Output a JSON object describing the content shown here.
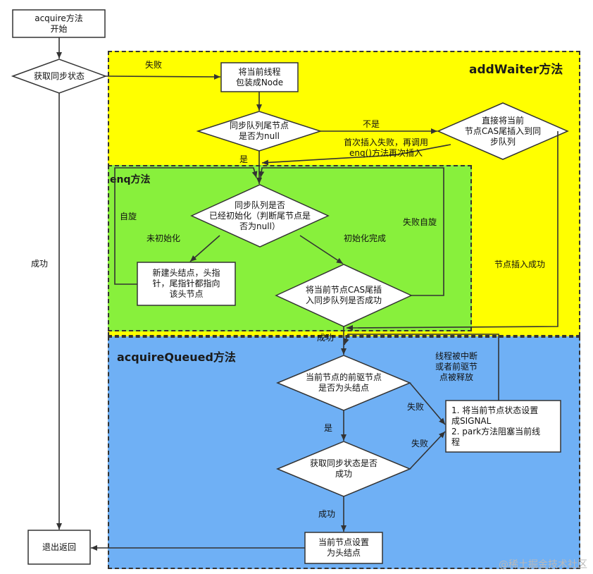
{
  "regions": {
    "add_waiter": {
      "title": "addWaiter方法",
      "color": "#ffff00"
    },
    "enq": {
      "title": "enq方法",
      "color": "#88f03c"
    },
    "acquire_queued": {
      "title": "acquireQueued方法",
      "color": "#6fb0f5"
    }
  },
  "nodes": {
    "start": "acquire方法\n开始",
    "get_sync_state": "获取同步状态",
    "wrap_node": "将当前线程\n包装成Node",
    "tail_null": "同步队列尾节点\n是否为null",
    "cas_tail_direct": "直接将当前\n节点CAS尾插入到同\n步队列",
    "queue_initialized": "同步队列是否\n已经初始化（判断尾节点是\n否为null）",
    "new_head": "新建头结点，头指\n针，尾指针都指向\n该头节点",
    "cas_tail_enq": "将当前节点CAS尾插\n入同步队列是否成功",
    "prev_is_head": "当前节点的前驱节点\n是否为头结点",
    "get_sync_state_2": "获取同步状态是否\n成功",
    "set_signal_park": "1. 将当前节点状态设置\n成SIGNAL\n2. park方法阻塞当前线\n程",
    "set_head": "当前节点设置\n为头结点",
    "exit_return": "退出返回"
  },
  "edge_labels": {
    "fail_1": "失败",
    "success_main": "成功",
    "not_null": "不是",
    "first_insert_failed": "首次插入失败，再调用\nenq()方法再次插入",
    "yes_null": "是",
    "spin": "自旋",
    "not_initialized": "未初始化",
    "initialized": "初始化完成",
    "fail_spin": "失败自旋",
    "node_inserted": "节点插入成功",
    "success_enq": "成功",
    "interrupted": "线程被中断\n或者前驱节\n点被释放",
    "fail_prev": "失败",
    "yes_head": "是",
    "fail_state": "失败",
    "success_state": "成功"
  },
  "watermark": "@稀土掘金技术社区"
}
